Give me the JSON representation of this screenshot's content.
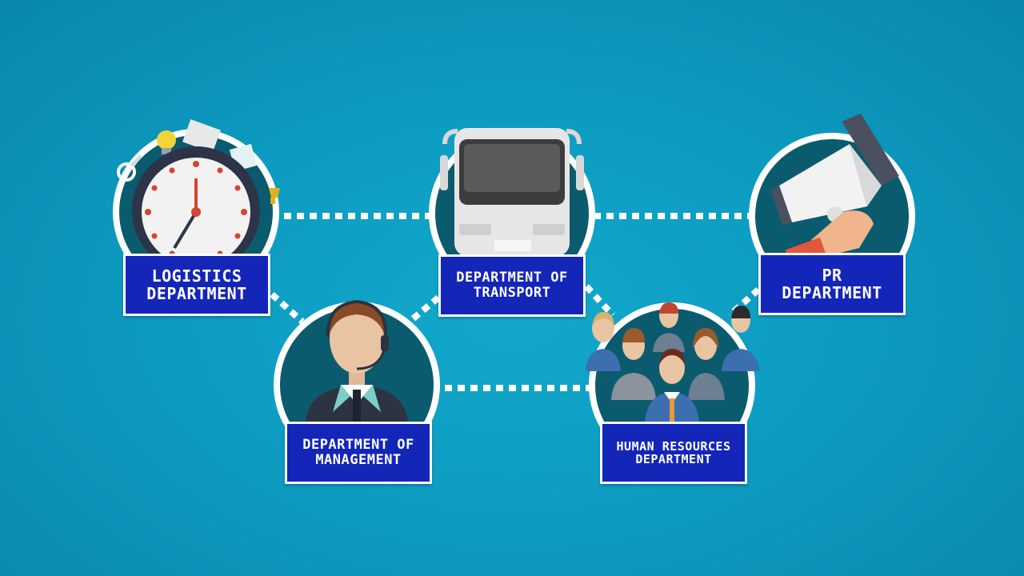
{
  "colors": {
    "background": "#0d9cc1",
    "label_fill": "#1426b8",
    "label_border": "#ffffff",
    "circle_fill": "#0b5b6e",
    "connector": "#ffffff"
  },
  "nodes": {
    "logistics": {
      "line1": "LOGISTICS",
      "line2": "DEPARTMENT",
      "icon": "stopwatch-icon"
    },
    "transport": {
      "line1": "DEPARTMENT OF",
      "line2": "TRANSPORT",
      "icon": "bus-icon"
    },
    "pr": {
      "line1": "PR",
      "line2": "DEPARTMENT",
      "icon": "megaphone-icon"
    },
    "management": {
      "line1": "DEPARTMENT OF",
      "line2": "MANAGEMENT",
      "icon": "headset-operator-icon"
    },
    "hr": {
      "line1": "HUMAN RESOURCES",
      "line2": "DEPARTMENT",
      "icon": "people-group-icon"
    }
  }
}
